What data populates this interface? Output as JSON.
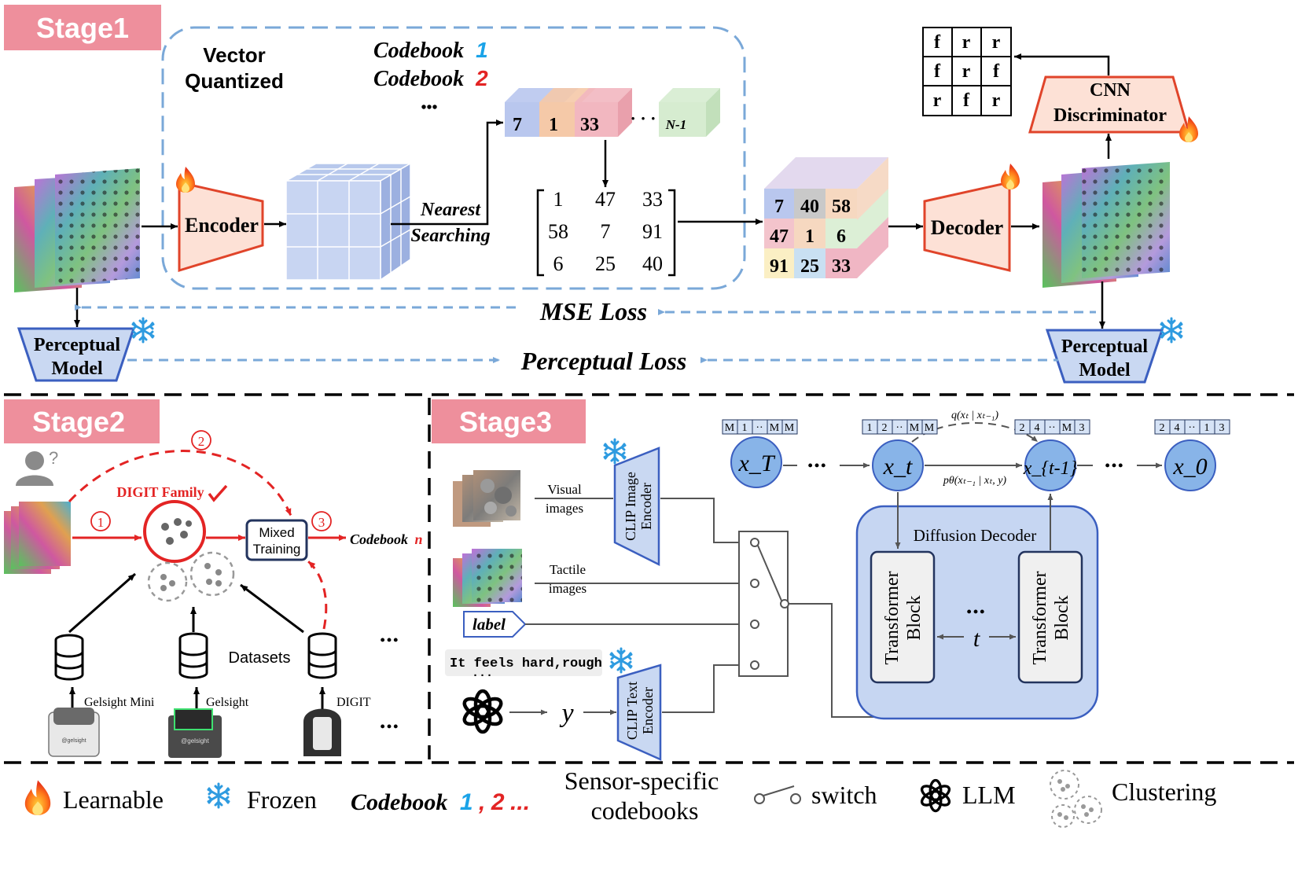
{
  "stage1": {
    "tag": "Stage1",
    "vq_title": [
      "Vector",
      "Quantized"
    ],
    "codebook_label": "Codebook",
    "codebook1_num": "1",
    "codebook2_num": "2",
    "codebook_dots": "•••",
    "code_cells": [
      "7",
      "1",
      "33"
    ],
    "code_last": "N-1",
    "code_ellipsis": "· · ·",
    "nearest": "Nearest",
    "searching": "Searching",
    "encoder": "Encoder",
    "decoder": "Decoder",
    "matrix": [
      [
        "1",
        "47",
        "33"
      ],
      [
        "58",
        "7",
        "91"
      ],
      [
        "6",
        "25",
        "40"
      ]
    ],
    "cube_values": [
      [
        "7",
        "40",
        "58"
      ],
      [
        "47",
        "1",
        "6"
      ],
      [
        "91",
        "25",
        "33"
      ]
    ],
    "discriminator": [
      "CNN",
      "Discriminator"
    ],
    "disc_grid": [
      [
        "f",
        "r",
        "r"
      ],
      [
        "f",
        "r",
        "f"
      ],
      [
        "r",
        "f",
        "r"
      ]
    ],
    "perceptual_model": [
      "Perceptual",
      "Model"
    ],
    "mse_loss": "MSE Loss",
    "perceptual_loss": "Perceptual Loss"
  },
  "stage2": {
    "tag": "Stage2",
    "digit_family": "DIGIT Family",
    "step1": "1",
    "step2": "2",
    "step3": "3",
    "mixed_training": [
      "Mixed",
      "Training"
    ],
    "codebook_n_label": "Codebook",
    "codebook_n_num": "n",
    "datasets": "Datasets",
    "sensors": [
      "Gelsight Mini",
      "Gelsight",
      "DIGIT"
    ],
    "ellipsis": "•••",
    "sensor_badges": [
      "@gelsight",
      "@gelsight"
    ]
  },
  "stage3": {
    "tag": "Stage3",
    "visual_images": [
      "Visual",
      "images"
    ],
    "tactile_images": [
      "Tactile",
      "images"
    ],
    "label": "label",
    "prompt": "It feels hard,rough",
    "prompt_dots": "...",
    "clip_image": [
      "CLIP Image",
      "Encoder"
    ],
    "clip_text": [
      "CLIP Text",
      "Encoder"
    ],
    "y_symbol": "y",
    "diffusion_decoder": "Diffusion Decoder",
    "transformer_block": [
      "Transformer",
      "Block"
    ],
    "t_symbol": "t",
    "ellipsis": "•••",
    "chain_ellipsis": "•••",
    "states": [
      "x_T",
      "x_t",
      "x_{t-1}",
      "x_0"
    ],
    "q_formula": "q(xₜ | xₜ₋₁)",
    "p_formula": "pθ(xₜ₋₁ | xₜ, y)",
    "token_rows": [
      [
        "M",
        "1",
        "··",
        "M",
        "M"
      ],
      [
        "1",
        "2",
        "··",
        "M",
        "M"
      ],
      [
        "2",
        "4",
        "··",
        "M",
        "3"
      ],
      [
        "2",
        "4",
        "··",
        "1",
        "3"
      ]
    ]
  },
  "legend": {
    "learnable": "Learnable",
    "frozen": "Frozen",
    "codebook_label": "Codebook",
    "codebook_nums": "1",
    "codebook_comma": ",",
    "codebook_num2": "2",
    "codebook_dots": "...",
    "sensor_specific": [
      "Sensor-specific",
      "codebooks"
    ],
    "switch": "switch",
    "llm": "LLM",
    "clustering": "Clustering"
  },
  "colors": {
    "stage_tag_bg": "#ee8f9c",
    "stage_tag_text": "#ffffff",
    "dashed_blue": "#7aa8d8",
    "encoder_fill": "#fde1d6",
    "encoder_stroke": "#e0442a",
    "perceptual_fill": "#c9d8f2",
    "perceptual_stroke": "#3b5fc0",
    "red": "#e32424",
    "cyan": "#1aa3e8",
    "state_circle": "#88b4e8",
    "diffusion_fill": "#c6d6f2"
  }
}
